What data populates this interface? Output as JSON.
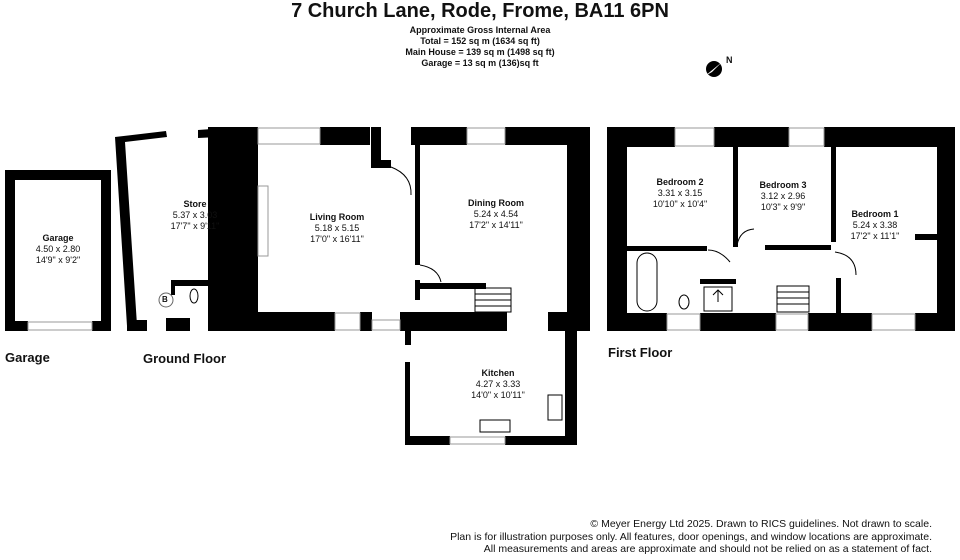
{
  "header": {
    "title": "7 Church Lane, Rode, Frome, BA11 6PN",
    "area_heading": "Approximate Gross Internal Area",
    "total": "Total = 152 sq m (1634 sq ft)",
    "main_house": "Main House = 139 sq m (1498 sq ft)",
    "garage": "Garage = 13 sq m (136)sq ft"
  },
  "compass": {
    "label": "N"
  },
  "rooms": {
    "garage": {
      "name": "Garage",
      "metric": "4.50 x 2.80",
      "imperial": "14'9\" x 9'2\""
    },
    "store": {
      "name": "Store",
      "metric": "5.37 x 3.03",
      "imperial": "17'7\" x 9'11\""
    },
    "living": {
      "name": "Living Room",
      "metric": "5.18 x 5.15",
      "imperial": "17'0\" x 16'11\""
    },
    "dining": {
      "name": "Dining Room",
      "metric": "5.24 x 4.54",
      "imperial": "17'2\" x 14'11\""
    },
    "kitchen": {
      "name": "Kitchen",
      "metric": "4.27 x 3.33",
      "imperial": "14'0\" x 10'11\""
    },
    "bedroom2": {
      "name": "Bedroom 2",
      "metric": "3.31 x 3.15",
      "imperial": "10'10\" x 10'4\""
    },
    "bedroom3": {
      "name": "Bedroom 3",
      "metric": "3.12 x 2.96",
      "imperial": "10'3\" x 9'9\""
    },
    "bedroom1": {
      "name": "Bedroom 1",
      "metric": "5.24 x 3.38",
      "imperial": "17'2\" x 11'1\""
    }
  },
  "boiler_label": "B",
  "floors": {
    "garage": "Garage",
    "ground": "Ground Floor",
    "first": "First Floor"
  },
  "footer": {
    "line1": "© Meyer Energy Ltd 2025. Drawn to RICS guidelines.  Not drawn to scale.",
    "line2": "Plan is for illustration purposes only. All features, door openings, and window locations are approximate.",
    "line3": "All measurements and areas are approximate and should not be relied on as a statement of fact."
  }
}
